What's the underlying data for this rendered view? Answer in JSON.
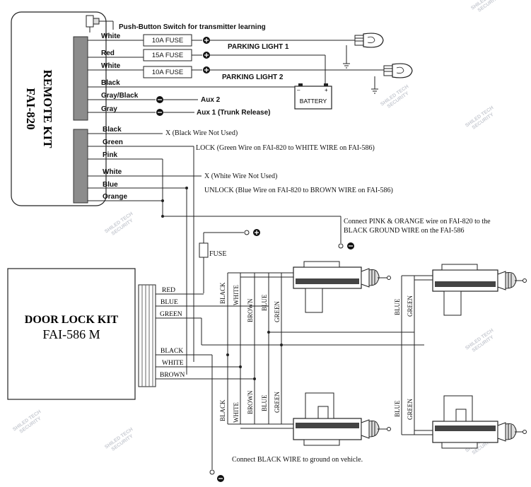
{
  "remote_kit": {
    "title": "REMOTE KIT",
    "model": "FAI-820",
    "switch_label": "Push-Button Switch for transmitter learning",
    "upper_wires": [
      "White",
      "Red",
      "White",
      "Black",
      "Gray/Black",
      "Gray"
    ],
    "lower_wires": [
      "Black",
      "Green",
      "Pink",
      "White",
      "Blue",
      "Orange"
    ]
  },
  "fuses": [
    "10A FUSE",
    "15A FUSE",
    "10A FUSE"
  ],
  "parking_light_1": "PARKING LIGHT 1",
  "parking_light_2": "PARKING LIGHT 2",
  "battery": {
    "label": "BATTERY",
    "neg": "–",
    "pos": "+"
  },
  "aux2": "Aux 2",
  "aux1": "Aux 1 (Trunk Release)",
  "notes": {
    "black_not_used": "X (Black Wire Not Used)",
    "lock": "LOCK (Green Wire on FAI-820 to WHITE WIRE on FAI-586)",
    "white_not_used": "X (White Wire Not Used)",
    "unlock": "UNLOCK (Blue Wire on FAI-820 to BROWN WIRE on FAI-586)",
    "ground_line1": "Connect PINK & ORANGE wire on FAI-820 to the",
    "ground_line2": "BLACK GROUND WIRE on the FAI-586",
    "fuse": "FUSE",
    "ground_vehicle": "Connect BLACK WIRE to ground on vehicle."
  },
  "door_lock_kit": {
    "title": "DOOR LOCK KIT",
    "model": "FAI-586 M",
    "wires": [
      "RED",
      "BLUE",
      "GREEN",
      "BLACK",
      "WHITE",
      "BROWN"
    ]
  },
  "actuator_wires": {
    "top_left": [
      "BLACK",
      "WHITE",
      "BROWN",
      "BLUE",
      "GREEN"
    ],
    "top_right": [
      "BLUE",
      "GREEN"
    ],
    "bottom_left": [
      "BLACK",
      "WHITE",
      "BROWN",
      "BLUE",
      "GREEN"
    ],
    "bottom_right": [
      "BLUE",
      "GREEN"
    ]
  },
  "watermark": {
    "line1": "SHILED TECH",
    "line2": "SECURITY"
  }
}
